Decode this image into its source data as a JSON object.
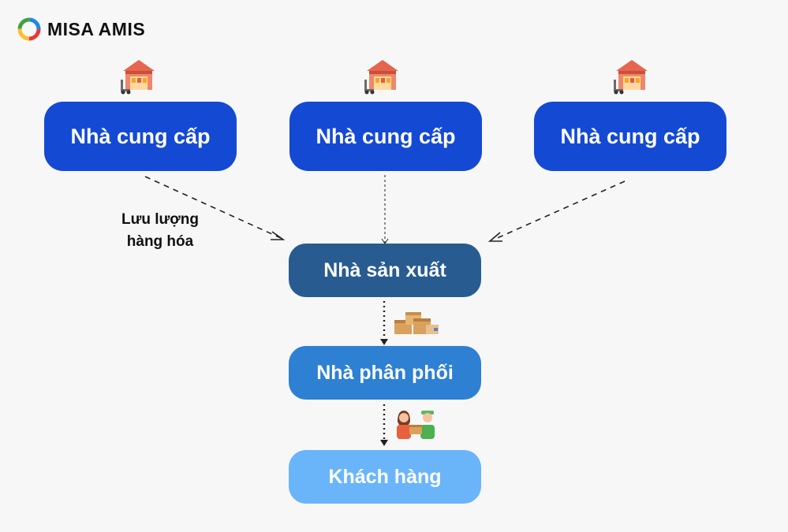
{
  "brand": {
    "name": "MISA AMIS"
  },
  "nodes": {
    "suppliers": [
      "Nhà cung cấp",
      "Nhà cung cấp",
      "Nhà cung cấp"
    ],
    "manufacturer": "Nhà sản xuất",
    "distributor": "Nhà phân phối",
    "customer": "Khách hàng"
  },
  "edge_label": {
    "line1": "Lưu lượng",
    "line2": "hàng hóa"
  },
  "icons": [
    "warehouse-icon",
    "warehouse-icon",
    "warehouse-icon",
    "boxes-icon",
    "handover-icon"
  ],
  "colors": {
    "supplier": "#1449d4",
    "manufacturer": "#285c91",
    "distributor": "#2e80d2",
    "customer": "#6ab5fa"
  }
}
